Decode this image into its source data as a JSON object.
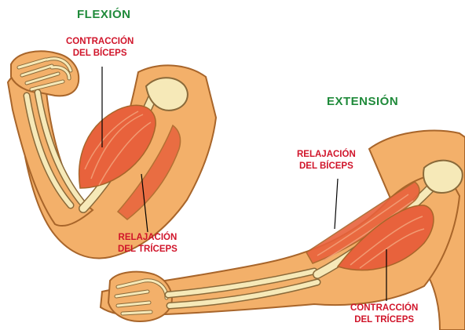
{
  "flexion": {
    "title": "FLEXIÓN",
    "biceps_label": [
      "CONTRACCIÓN",
      "DEL BÍCEPS"
    ],
    "triceps_label": [
      "RELAJACIÓN",
      "DEL TRÍCEPS"
    ]
  },
  "extension": {
    "title": "EXTENSIÓN",
    "biceps_label": [
      "RELAJACIÓN",
      "DEL BÍCEPS"
    ],
    "triceps_label": [
      "CONTRACCIÓN",
      "DEL TRÍCEPS"
    ]
  },
  "colors": {
    "heading": "#1f8a3a",
    "label": "#d0142a",
    "skin": "#f3b06a",
    "skin_outline": "#a8652a",
    "bone": "#f6e9b8",
    "bone_outline": "#8a6a3a",
    "muscle": "#e8623c",
    "muscle_light": "#f19a72"
  }
}
